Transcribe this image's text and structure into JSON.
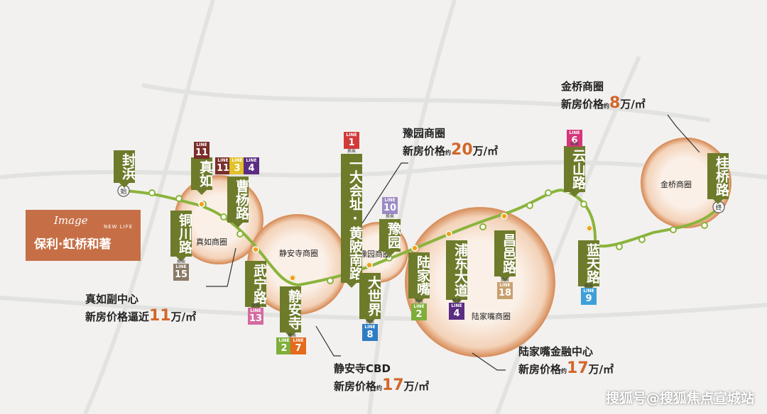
{
  "colors": {
    "route": "#8ab43c",
    "tag_bg": "#6d7b2b",
    "accent": "#d2662a",
    "circle_fill": "#f6e3d3",
    "circle_edge": "#d9915f"
  },
  "circles": [
    {
      "label": "真如商圈"
    },
    {
      "label": "静安寺商圈"
    },
    {
      "label": "豫园商圈"
    },
    {
      "label": "陆家嘴商圈"
    },
    {
      "label": "金桥商圈"
    }
  ],
  "stations": [
    {
      "name": "封浜"
    },
    {
      "name": "真如"
    },
    {
      "name": "曹杨路"
    },
    {
      "name": "铜川路"
    },
    {
      "name": "武宁路"
    },
    {
      "name": "静安寺"
    },
    {
      "name": "一大会址·黄陂南路"
    },
    {
      "name": "豫园"
    },
    {
      "name": "大世界"
    },
    {
      "name": "陆家嘴"
    },
    {
      "name": "浦东大道"
    },
    {
      "name": "昌邑路"
    },
    {
      "name": "云山路"
    },
    {
      "name": "蓝天路"
    },
    {
      "name": "桂桥路"
    }
  ],
  "terminals": {
    "start": "始",
    "end": "终"
  },
  "transfer_note": "换乘",
  "line_word": "LINE",
  "lines": [
    {
      "num": "11",
      "color": "#7a2e2a"
    },
    {
      "num": "11",
      "color": "#7a2e2a"
    },
    {
      "num": "3",
      "color": "#e0c22a"
    },
    {
      "num": "4",
      "color": "#5a2d82"
    },
    {
      "num": "15",
      "color": "#8a7a66"
    },
    {
      "num": "13",
      "color": "#d66aa0"
    },
    {
      "num": "2",
      "color": "#7fae3a"
    },
    {
      "num": "7",
      "color": "#e46a1c"
    },
    {
      "num": "1",
      "color": "#d23a3a"
    },
    {
      "num": "10",
      "color": "#9c8ac4"
    },
    {
      "num": "8",
      "color": "#2e7cc4"
    },
    {
      "num": "2",
      "color": "#7fae3a"
    },
    {
      "num": "4",
      "color": "#5a2d82"
    },
    {
      "num": "18",
      "color": "#c8a070"
    },
    {
      "num": "6",
      "color": "#d6357a"
    },
    {
      "num": "9",
      "color": "#3f9fd8"
    }
  ],
  "callouts": [
    {
      "title": "真如副中心",
      "prefix": "新房价格逼近",
      "yue": "",
      "value": "11",
      "unit": "万/㎡"
    },
    {
      "title": "静安寺CBD",
      "prefix": "新房价格",
      "yue": "约",
      "value": "17",
      "unit": "万/㎡"
    },
    {
      "title": "豫园商圈",
      "prefix": "新房价格",
      "yue": "约",
      "value": "20",
      "unit": "万/㎡"
    },
    {
      "title": "陆家嘴金融中心",
      "prefix": "新房价格",
      "yue": "约",
      "value": "17",
      "unit": "万/㎡"
    },
    {
      "title": "金桥商圈",
      "prefix": "新房价格",
      "yue": "约",
      "value": "8",
      "unit": "万/㎡"
    }
  ],
  "logo": {
    "script": "Image",
    "tagline": "NEW LIFE",
    "brand": "保利·虹桥和著"
  },
  "watermark": "搜狐号@搜狐焦点宣城站"
}
